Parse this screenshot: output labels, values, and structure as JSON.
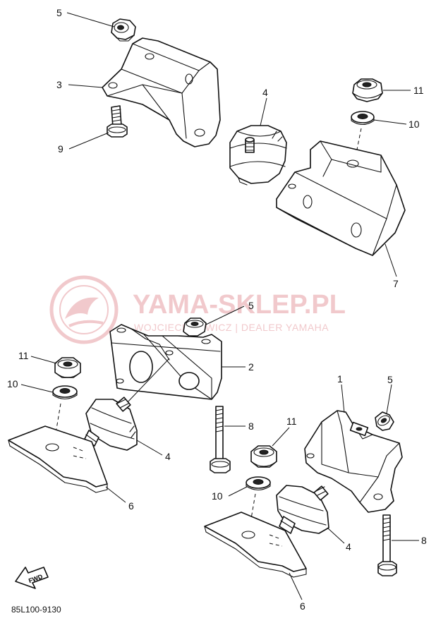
{
  "watermark": {
    "title": "YAMA-SKLEP.PL",
    "subtitle": "WOJCIECH LEWICZ | DEALER YAMAHA",
    "color": "#e8a9ae"
  },
  "diagram_code": "85L100-9130",
  "fwd_label": "FWD",
  "callouts": {
    "c5_top": "5",
    "c3": "3",
    "c9": "9",
    "c4_top": "4",
    "c11_top": "11",
    "c10_top": "10",
    "c7": "7",
    "c5_mid": "5",
    "c2": "2",
    "c11_left": "11",
    "c10_left": "10",
    "c4_left": "4",
    "c6_left": "6",
    "c8_mid": "8",
    "c1": "1",
    "c5_right": "5",
    "c11_right": "11",
    "c10_right": "10",
    "c4_right": "4",
    "c8_right": "8",
    "c6_right": "6"
  }
}
